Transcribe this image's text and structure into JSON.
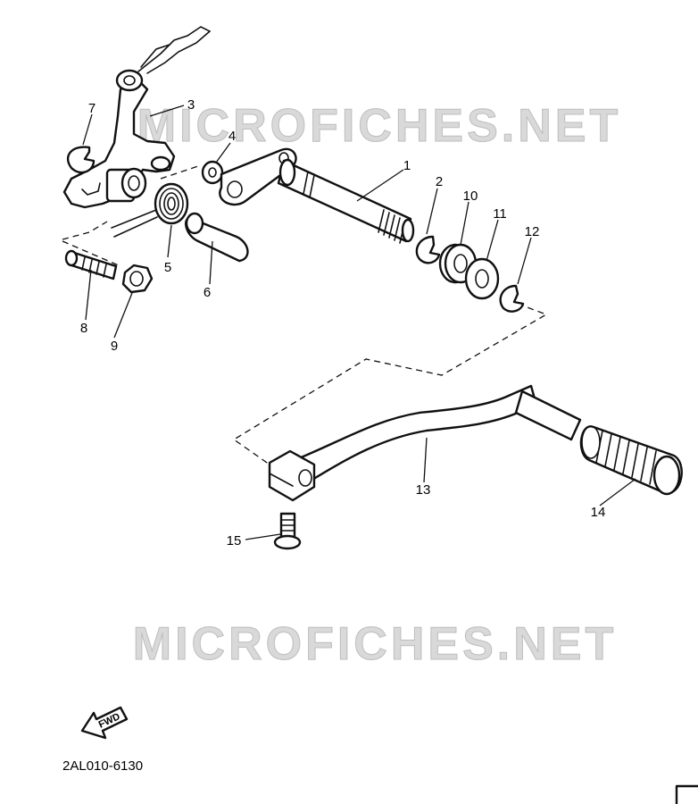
{
  "watermark": {
    "top": "MICROFICHES.NET",
    "bottom": "MICROFICHES.NET"
  },
  "callouts": [
    {
      "id": "1",
      "label": "1"
    },
    {
      "id": "2",
      "label": "2"
    },
    {
      "id": "3",
      "label": "3"
    },
    {
      "id": "4",
      "label": "4"
    },
    {
      "id": "5",
      "label": "5"
    },
    {
      "id": "6",
      "label": "6"
    },
    {
      "id": "7",
      "label": "7"
    },
    {
      "id": "8",
      "label": "8"
    },
    {
      "id": "9",
      "label": "9"
    },
    {
      "id": "10",
      "label": "10"
    },
    {
      "id": "11",
      "label": "11"
    },
    {
      "id": "12",
      "label": "12"
    },
    {
      "id": "13",
      "label": "13"
    },
    {
      "id": "14",
      "label": "14"
    },
    {
      "id": "15",
      "label": "15"
    }
  ],
  "fwd_label": "FWD",
  "diagram_code": "2AL010-6130",
  "colors": {
    "ink": "#111111",
    "watermark": "#d9d9d9",
    "background": "#ffffff"
  }
}
